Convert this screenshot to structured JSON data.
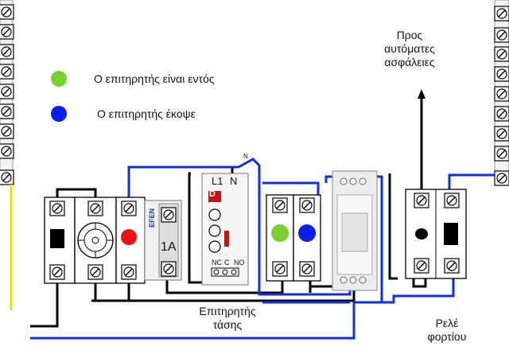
{
  "legend": {
    "green": {
      "color": "#7ad12e",
      "text": "Ο επιτηρητής  είναι εντός"
    },
    "blue": {
      "color": "#0a1ef0",
      "text": "Ο επιτηρητής   έκοψε"
    }
  },
  "labels": {
    "to_breakers": [
      "Προς",
      "αυτόματες",
      "ασφάλειες"
    ],
    "monitor": [
      "Επιτηρητής",
      "τάσης"
    ],
    "load_relay": [
      "Ρελέ",
      "φορτίου"
    ]
  },
  "devices": {
    "fuse_rating": "1A",
    "fuse_brand": "EFEN",
    "monitor_terminals_top": [
      "L1",
      "N"
    ],
    "monitor_terminals_bottom": [
      "NC",
      "C",
      "NO"
    ],
    "monitor_logo": "D",
    "wire_tag": "N"
  },
  "colors": {
    "wire_blue": "#1030e0",
    "wire_black": "#000000",
    "wire_yellow": "#f0e000",
    "lamp_red": "#ee1111",
    "lamp_green": "#7ad12e",
    "lamp_blue": "#0a1ef0"
  }
}
